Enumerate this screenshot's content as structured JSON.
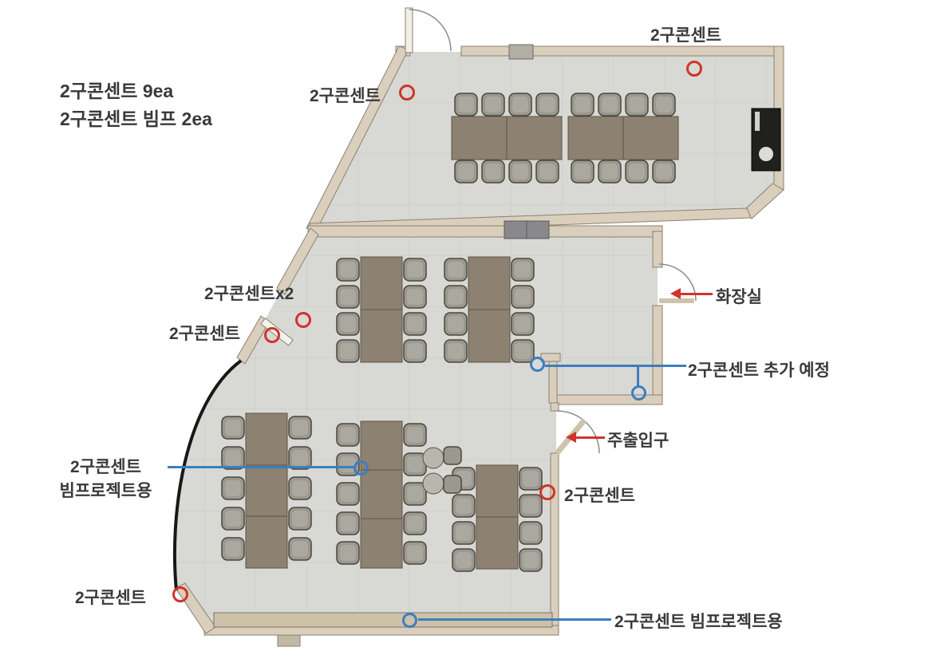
{
  "colors": {
    "outlet_marker": "#d0342c",
    "planned_marker": "#3c7ebf",
    "leader_line": "#3c7ebf",
    "text": "#3a3a3a",
    "wall": "#d9cfbc",
    "wall_edge": "#8b8170",
    "floor": "#d8d8d4",
    "table": "#8d8172",
    "chair": "#9b988f"
  },
  "legend": {
    "line1": "2구콘센트 9ea",
    "line2": "2구콘센트 빔프 2ea"
  },
  "annotations": {
    "outlet_top": "2구콘센트",
    "outlet_top_right": "2구콘센트",
    "outlet_x2": "2구콘센트x2",
    "outlet_left": "2구콘센트",
    "toilet": "화장실",
    "outlet_planned": "2구콘센트 추가 예정",
    "main_entrance": "주출입구",
    "projector_line1": "2구콘센트",
    "projector_line2": "빔프로젝트용",
    "outlet_right": "2구콘센트",
    "outlet_bottom_left": "2구콘센트",
    "projector_bottom": "2구콘센트 빔프로젝트용"
  }
}
